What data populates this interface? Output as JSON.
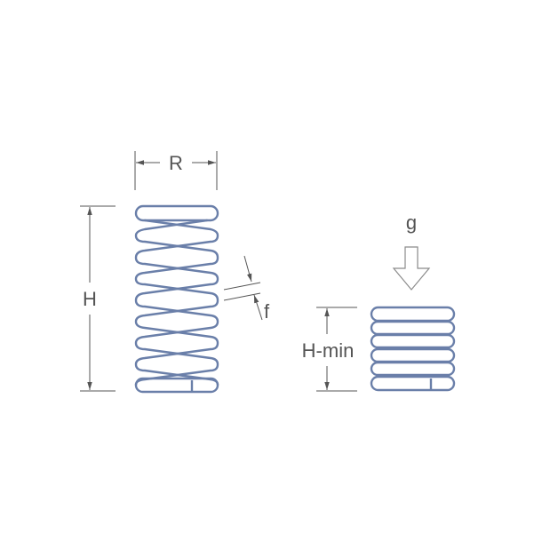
{
  "labels": {
    "diameter": "R",
    "height": "H",
    "wire": "f",
    "force": "g",
    "min_height": "H-min"
  },
  "colors": {
    "spring": "#6a7fa9",
    "dimension": "#555555",
    "force_arrow_outline": "#8a8a8a"
  }
}
